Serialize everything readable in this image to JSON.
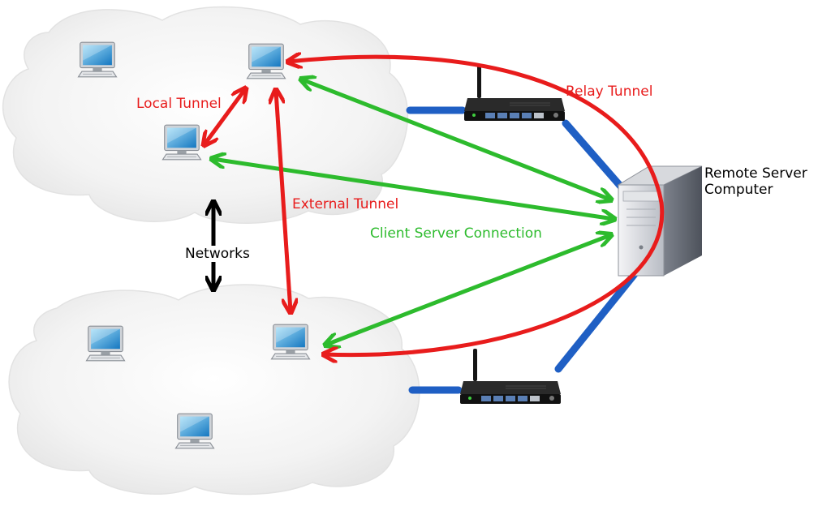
{
  "labels": {
    "local_tunnel": "Local Tunnel",
    "relay_tunnel": "Relay Tunnel",
    "external_tunnel": "External Tunnel",
    "client_server_connection": "Client Server Connection",
    "networks": "Networks",
    "remote_server_line1": "Remote Server",
    "remote_server_line2": "Computer"
  },
  "colors": {
    "tunnel": "#e81c1c",
    "client_server": "#2dbb2d",
    "network_link": "#1f5fc4",
    "networks_arrow": "#000000",
    "cloud": "#f2f2f2"
  },
  "icons": {
    "computer": "desktop-computer-icon",
    "router": "wireless-router-icon",
    "server": "server-tower-icon"
  }
}
